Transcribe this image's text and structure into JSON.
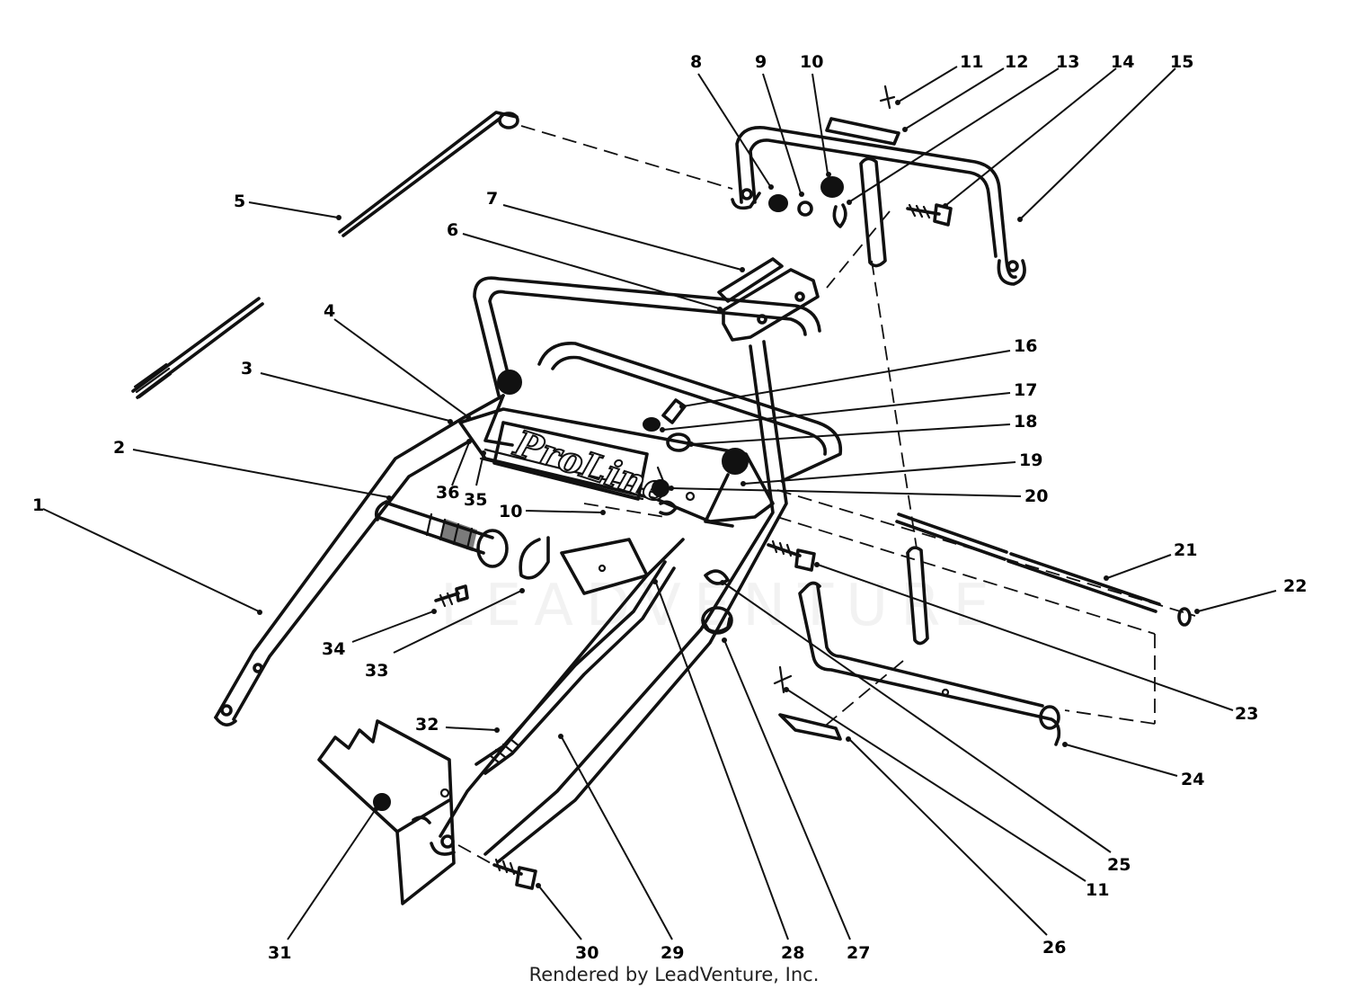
{
  "brand_text": "ProLine",
  "watermark": "LEADVENTURE",
  "credit": "Rendered by LeadVenture, Inc.",
  "callouts": [
    "1",
    "2",
    "3",
    "4",
    "5",
    "6",
    "7",
    "8",
    "9",
    "10",
    "10",
    "11",
    "11",
    "12",
    "13",
    "14",
    "15",
    "16",
    "17",
    "18",
    "19",
    "20",
    "21",
    "22",
    "23",
    "24",
    "25",
    "26",
    "27",
    "28",
    "29",
    "30",
    "31",
    "32",
    "33",
    "34",
    "35",
    "36"
  ]
}
